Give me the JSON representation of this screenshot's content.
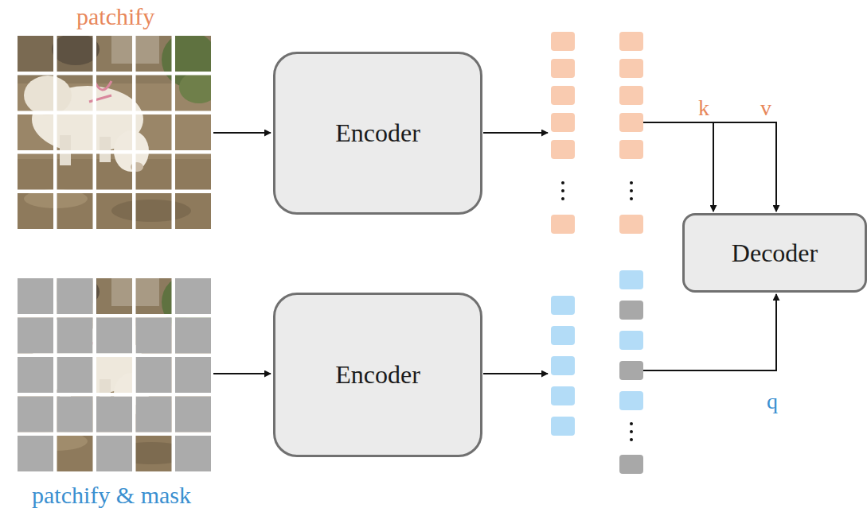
{
  "diagram": {
    "nodes": [
      {
        "text": [
          "Encoder"
        ]
      },
      {
        "text": [
          "Encoder"
        ]
      },
      {
        "text": [
          "Decoder"
        ]
      }
    ],
    "labels": [
      "patchify",
      "k",
      "v",
      "q",
      "patchify & mask"
    ]
  }
}
